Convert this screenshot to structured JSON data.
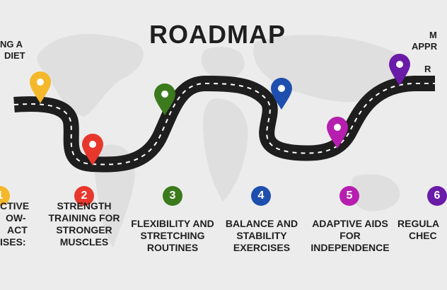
{
  "title": "ROADMAP",
  "top_left_label": [
    "NG A",
    "DIET"
  ],
  "top_right_label": [
    "M",
    "APPR",
    "R"
  ],
  "colors": {
    "road": "#1e1e1e",
    "yellow": "#f4b82a",
    "red": "#e8372c",
    "green": "#3b7a1d",
    "blue": "#1e4fae",
    "magenta": "#b61fae",
    "purple": "#6a1ba8"
  },
  "pin_icons": [
    "map-pin-icon",
    "map-pin-icon",
    "map-pin-icon",
    "map-pin-icon",
    "map-pin-icon",
    "map-pin-icon"
  ],
  "steps": [
    {
      "number": "1",
      "lines": [
        "CTIVE",
        "OW-",
        "ACT",
        "ISES:"
      ],
      "color": "#f4b82a"
    },
    {
      "number": "2",
      "lines": [
        "STRENGTH",
        "TRAINING FOR",
        "STRONGER",
        "MUSCLES"
      ],
      "color": "#e8372c"
    },
    {
      "number": "3",
      "lines": [
        "FLEXIBILITY AND",
        "STRETCHING",
        "ROUTINES"
      ],
      "color": "#3b7a1d"
    },
    {
      "number": "4",
      "lines": [
        "BALANCE AND",
        "STABILITY",
        "EXERCISES"
      ],
      "color": "#1e4fae"
    },
    {
      "number": "5",
      "lines": [
        "ADAPTIVE AIDS",
        "FOR",
        "INDEPENDENCE"
      ],
      "color": "#b61fae"
    },
    {
      "number": "6",
      "lines": [
        "REGULA",
        "CHEC"
      ],
      "color": "#6a1ba8"
    }
  ]
}
